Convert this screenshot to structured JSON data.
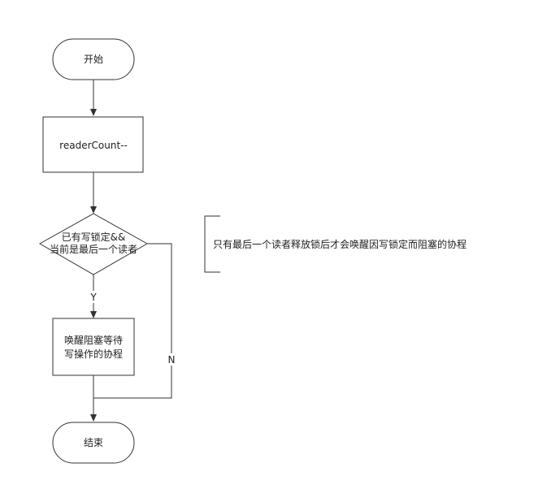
{
  "nodes": {
    "start": "开始",
    "decrement": "readerCount--",
    "condition_line1": "已有写锁定&&",
    "condition_line2": "当前是最后一个读者",
    "wake_line1": "唤醒阻塞等待",
    "wake_line2": "写操作的协程",
    "end": "结束"
  },
  "edges": {
    "yes_label": "Y",
    "no_label": "N"
  },
  "annotation": "只有最后一个读者释放锁后才会唤醒因写锁定而阻塞的协程",
  "colors": {
    "stroke": "#333333",
    "text": "#222222",
    "fill": "#ffffff"
  }
}
